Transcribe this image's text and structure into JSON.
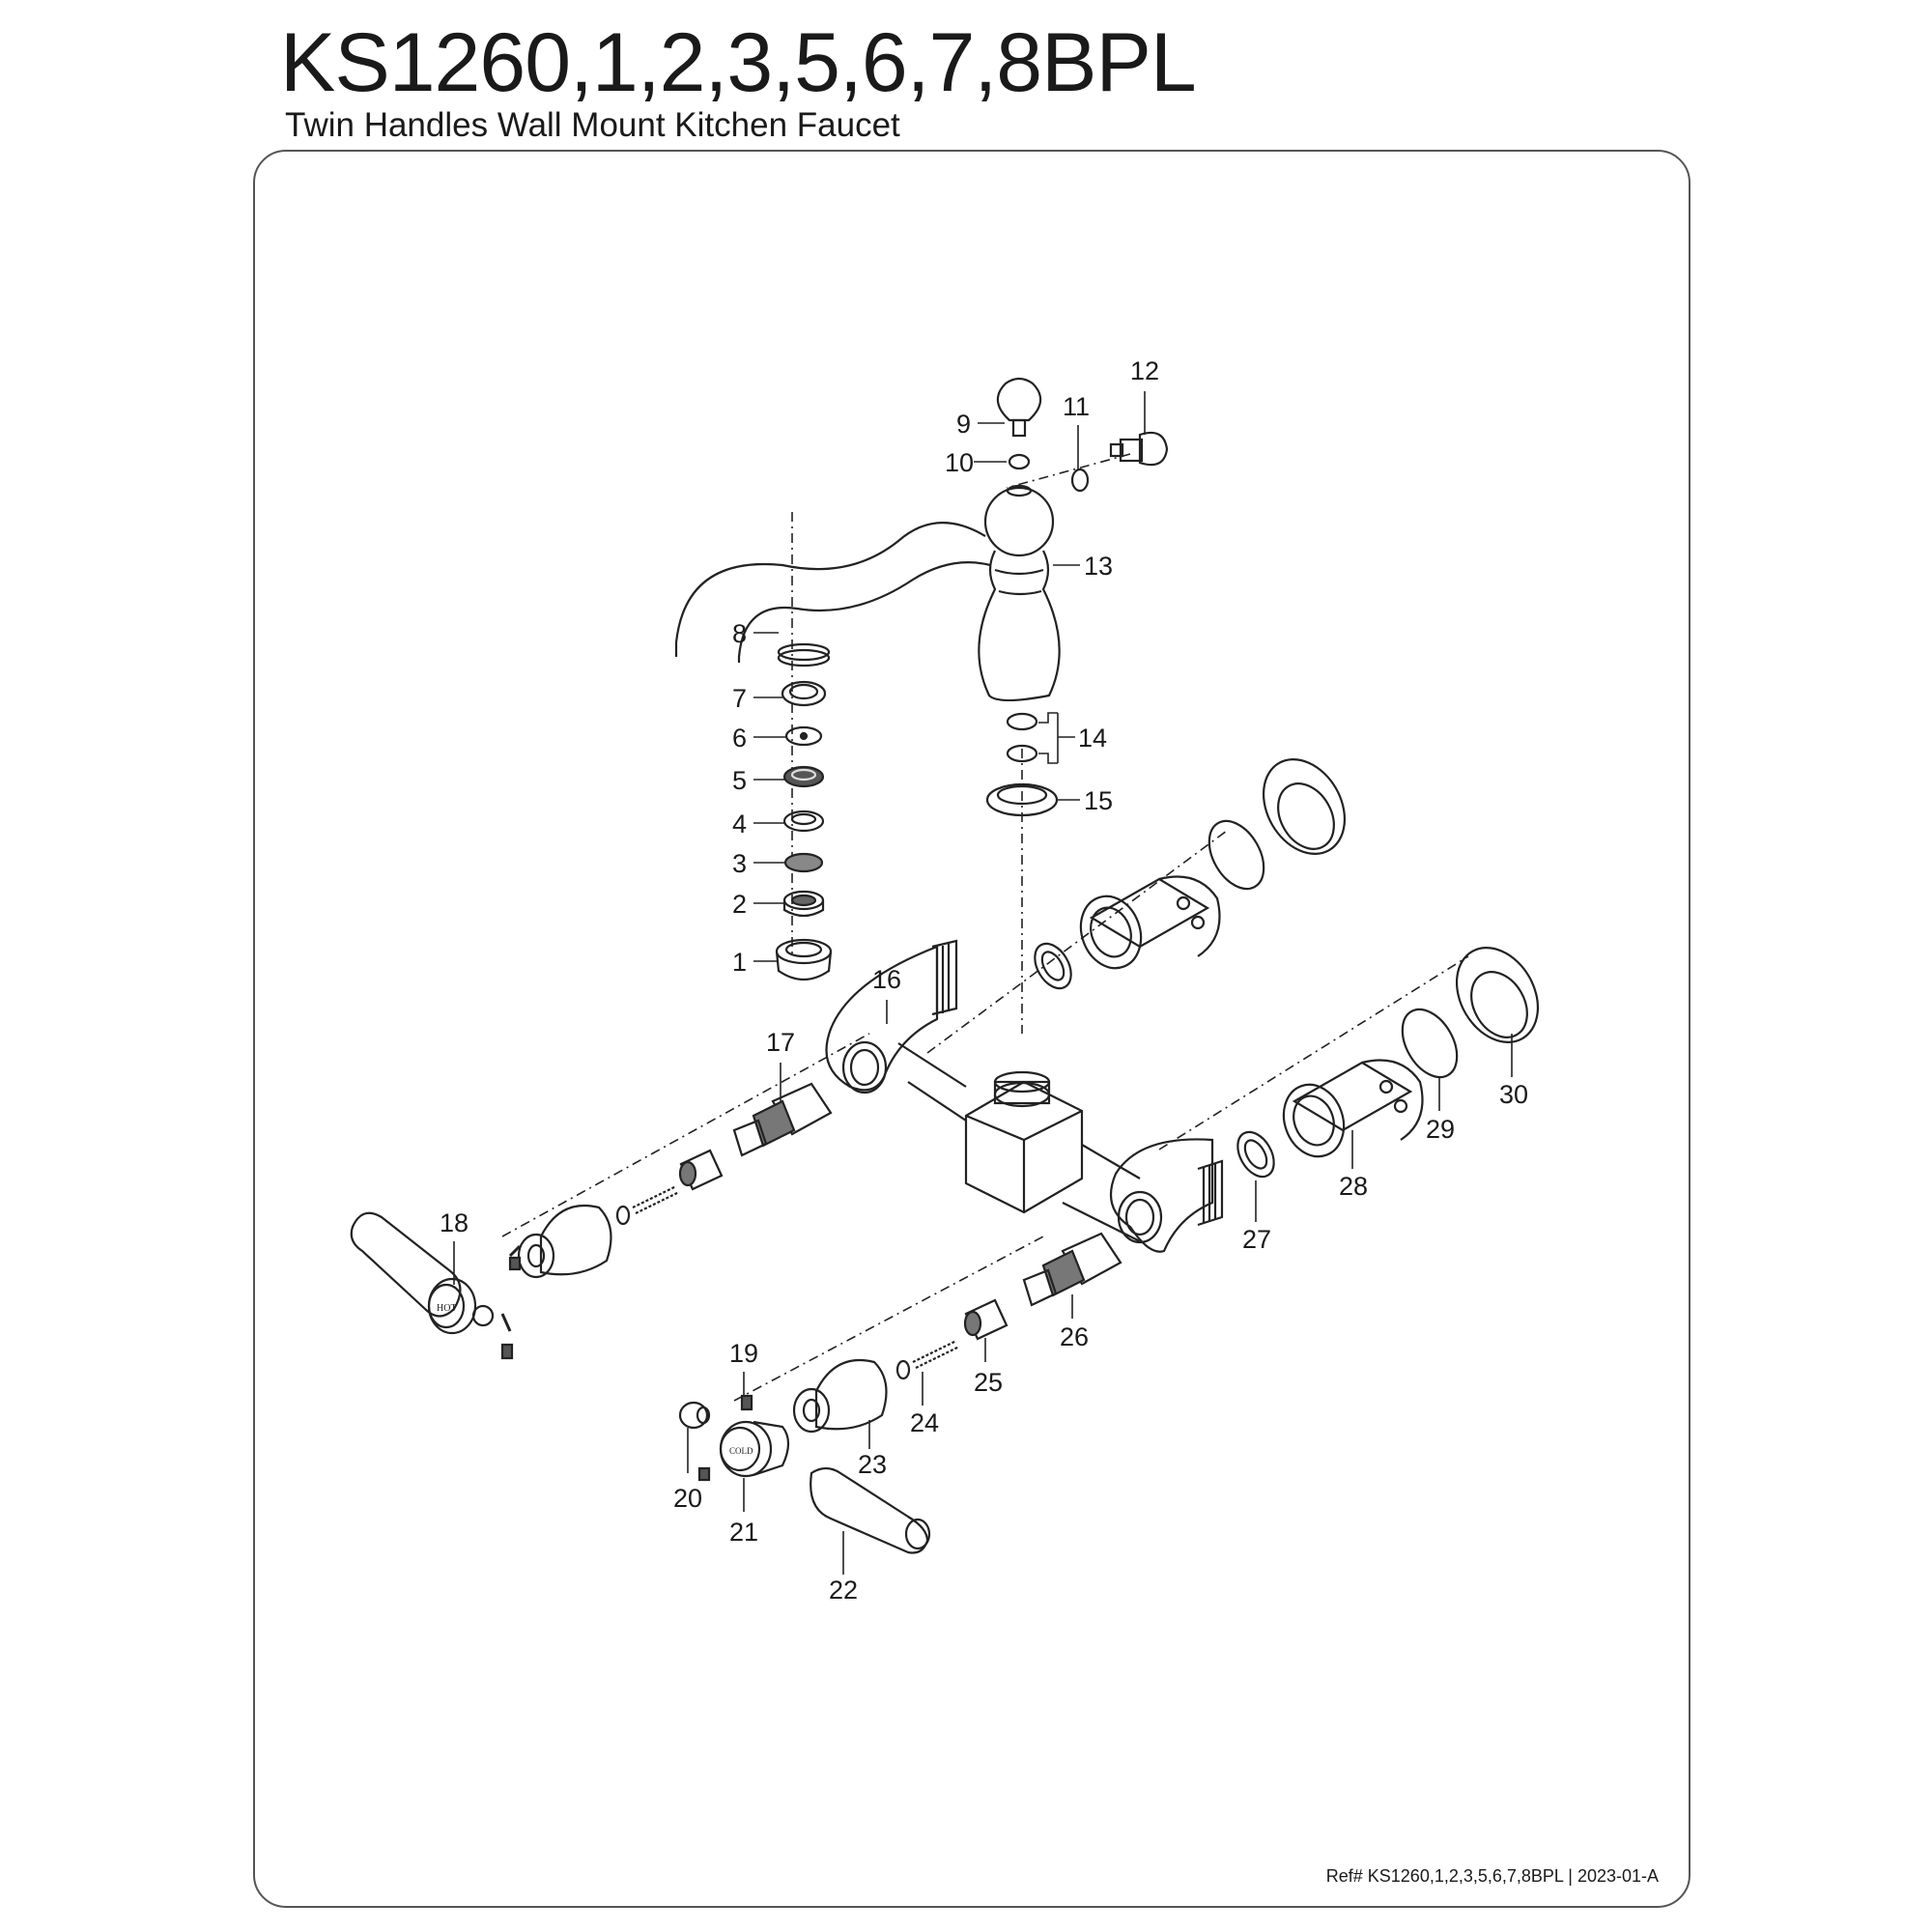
{
  "header": {
    "title": "KS1260,1,2,3,5,6,7,8BPL",
    "subtitle": "Twin Handles Wall Mount Kitchen Faucet"
  },
  "footer": {
    "ref": "Ref# KS1260,1,2,3,5,6,7,8BPL | 2023-01-A"
  },
  "handle_labels": {
    "hot": "HOT",
    "cold": "COLD"
  },
  "callouts": [
    "1",
    "2",
    "3",
    "4",
    "5",
    "6",
    "7",
    "8",
    "9",
    "10",
    "11",
    "12",
    "13",
    "14",
    "15",
    "16",
    "17",
    "18",
    "19",
    "20",
    "21",
    "22",
    "23",
    "24",
    "25",
    "26",
    "27",
    "28",
    "29",
    "30"
  ]
}
